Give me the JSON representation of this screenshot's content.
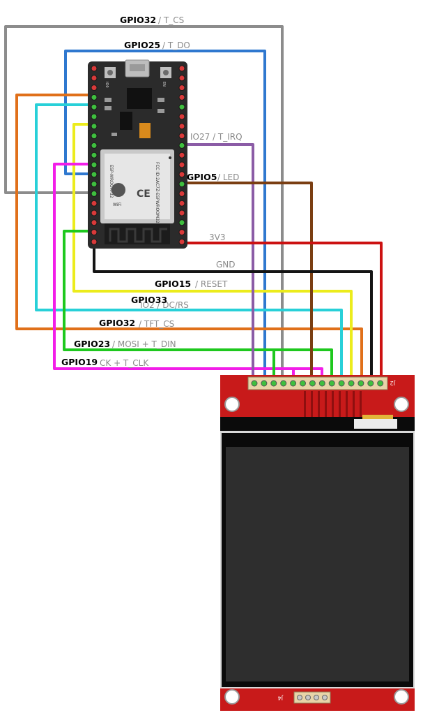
{
  "colors": {
    "gray": "#8c8c8c",
    "blue": "#2f78cf",
    "orange": "#e0701a",
    "cyan": "#28d0d8",
    "yellow": "#ecec1c",
    "magenta": "#f21ee8",
    "green": "#1ec81e",
    "purple": "#8b5ca6",
    "brown": "#7a3e12",
    "red": "#cc1111",
    "black": "#141414",
    "pcb_red": "#c81a1a"
  },
  "esp32": {
    "module_brand": "ESP-WROOM-32",
    "button_left": "IO0",
    "button_right": "EN",
    "chip_text": "WiFi",
    "ce_mark": "CE",
    "fcc": "FCC ID:2AC7Z-ESPWROOM32"
  },
  "display": {
    "header_label": "J2",
    "bottom_header_label": "J4"
  },
  "wires": [
    {
      "id": "t-cs",
      "gpio": "GPIO32",
      "label": "/ T_CS",
      "color": "gray"
    },
    {
      "id": "t-do",
      "gpio": "GPIO25",
      "label": "/ T_DO",
      "color": "blue"
    },
    {
      "id": "t-irq",
      "gpio": "",
      "label": "IO27 / T_IRQ",
      "color": "purple"
    },
    {
      "id": "led",
      "gpio": "GPIO5",
      "label": "/ LED",
      "color": "brown"
    },
    {
      "id": "3v3",
      "gpio": "",
      "label": "3V3",
      "color": "red"
    },
    {
      "id": "gnd",
      "gpio": "",
      "label": "GND",
      "color": "black"
    },
    {
      "id": "reset",
      "gpio": "GPIO15",
      "label": "/ RESET",
      "color": "yellow"
    },
    {
      "id": "dc-rs",
      "gpio": "GPIO33",
      "label": "IO2 / DC/RS",
      "color": "cyan"
    },
    {
      "id": "tft-cs",
      "gpio": "GPIO32",
      "label": "/ TFT_CS",
      "color": "orange"
    },
    {
      "id": "mosi",
      "gpio": "GPIO23",
      "label": "/ MOSI + T_DIN",
      "color": "green"
    },
    {
      "id": "sck",
      "gpio": "GPIO19",
      "label": "CK + T_CLK",
      "color": "magenta"
    }
  ]
}
